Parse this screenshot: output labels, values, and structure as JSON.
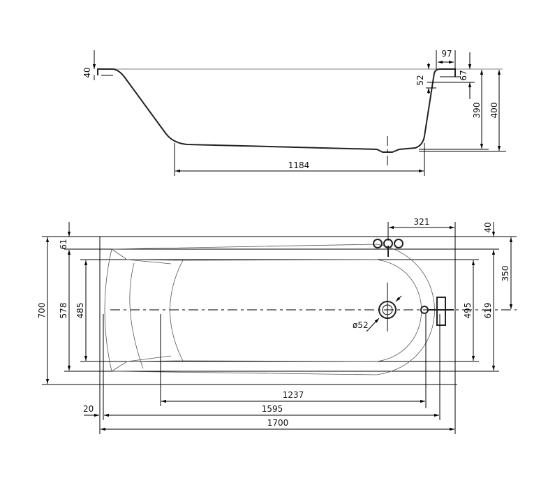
{
  "side_view": {
    "dims": {
      "rim_left": "40",
      "rim_width": "97",
      "rim_right": "67",
      "wall_offset": "52",
      "inner_depth": "390",
      "total_depth": "400",
      "bottom_length": "1184"
    }
  },
  "plan_view": {
    "dims": {
      "width_total": "700",
      "top_rim": "61",
      "width_outer": "578",
      "width_inner": "485",
      "faucet_offset": "321",
      "top_offset": "40",
      "center_to_edge": "350",
      "width_right_outer": "619",
      "width_right_inner": "495",
      "drain_diameter": "ø52",
      "inner_length": "1237",
      "outer_length": "1595",
      "total_length": "1700",
      "left_offset": "20"
    }
  }
}
